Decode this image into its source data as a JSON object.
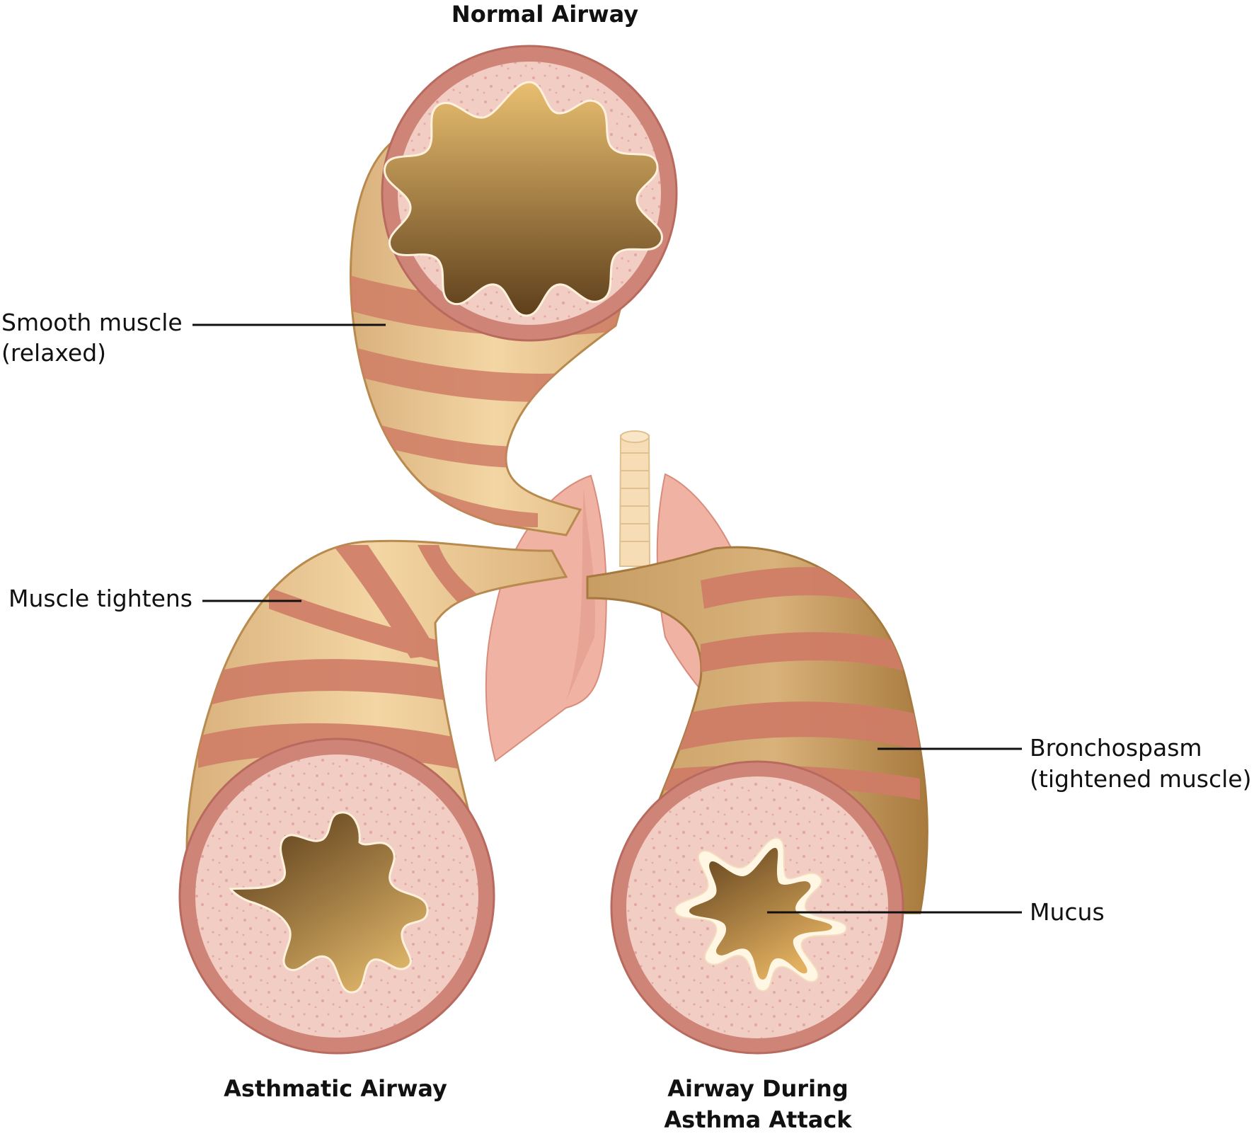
{
  "titles": {
    "normal": "Normal Airway",
    "asthmatic": "Asthmatic Airway",
    "attack_line1": "Airway During",
    "attack_line2": "Asthma Attack"
  },
  "labels": {
    "smooth_muscle_line1": "Smooth muscle",
    "smooth_muscle_line2": "(relaxed)",
    "muscle_tightens": "Muscle tightens",
    "bronchospasm_line1": "Bronchospasm",
    "bronchospasm_line2": "(tightened muscle)",
    "mucus": "Mucus"
  },
  "colors": {
    "tube_tan": "#e6c48e",
    "muscle_band": "#cf7d66",
    "wall_pink": "#f2cdc4",
    "rim": "#cf8478",
    "lumen_light": "#e7b868",
    "lumen_dark": "#6b4a22",
    "lung_pink": "#f0b2a3",
    "trachea": "#f6ddb5",
    "mucus": "#fff6e3"
  }
}
